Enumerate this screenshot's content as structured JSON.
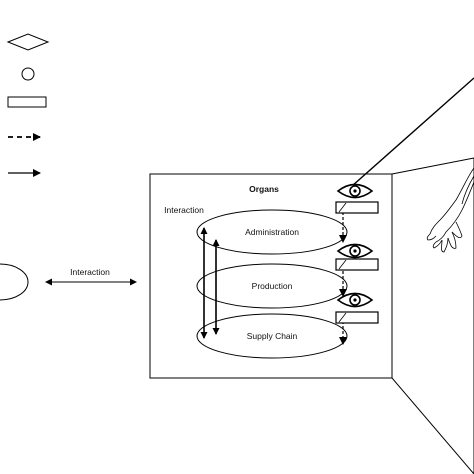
{
  "labels": {
    "organs_title": "Organs",
    "interaction_inner": "Interaction",
    "interaction_outer": "Interaction",
    "organ_1": "Administration",
    "organ_2": "Production",
    "organ_3": "Supply Chain"
  },
  "legend": {
    "items": [
      "diamond",
      "circle",
      "rectangle",
      "dashed-arrow",
      "solid-arrow"
    ]
  },
  "icons": {
    "eye": "eye-icon",
    "hand": "hand-icon"
  }
}
